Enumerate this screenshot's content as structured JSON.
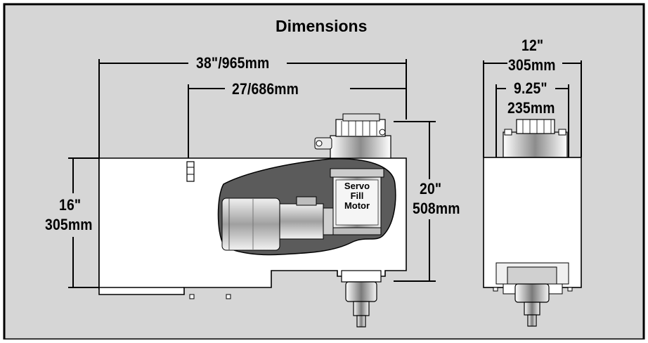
{
  "title": "Dimensions",
  "colors": {
    "background": "#d6d6d6",
    "frame": "#000000",
    "body": "#ffffff",
    "machine_dark": "#555555",
    "machine_mid": "#9a9a9a",
    "machine_light": "#e3e3e3",
    "line": "#000000"
  },
  "side_view": {
    "overall_length": "38\"/965mm",
    "body_length": "27/686mm",
    "height_in": "16\"",
    "height_mm": "305mm",
    "total_height_in": "20\"",
    "total_height_mm": "508mm",
    "motor_label": [
      "Servo",
      "Fill",
      "Motor"
    ]
  },
  "end_view": {
    "overall_width_in": "12\"",
    "overall_width_mm": "305mm",
    "inner_width_in": "9.25\"",
    "inner_width_mm": "235mm"
  }
}
